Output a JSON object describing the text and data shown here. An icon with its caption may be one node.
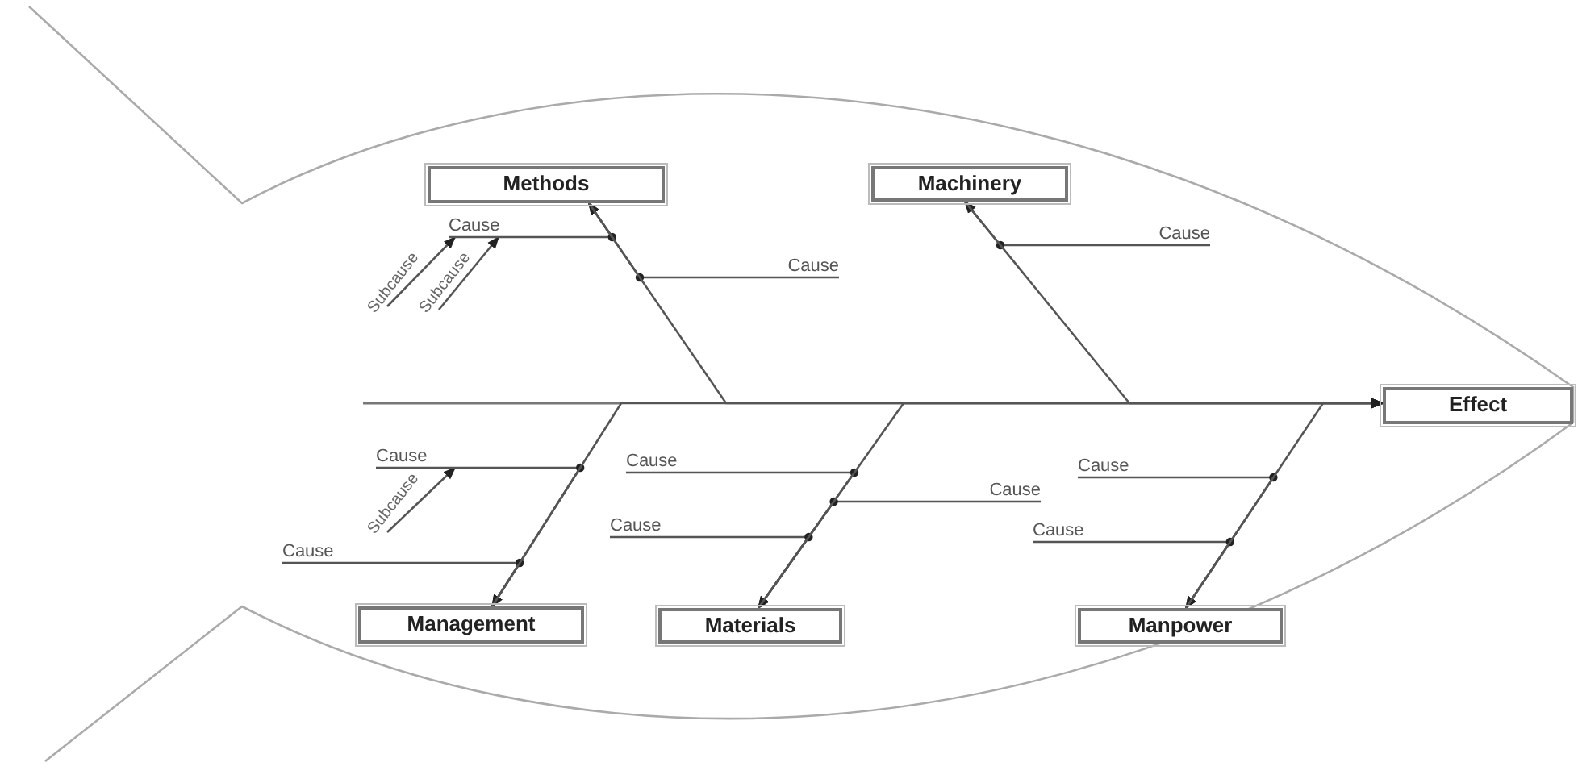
{
  "diagram": {
    "nodes": [
      {
        "text": [
          "Methods"
        ]
      },
      {
        "text": [
          "Cause"
        ]
      },
      {
        "text": [
          "Subcause"
        ]
      },
      {
        "text": [
          "Subcause"
        ]
      },
      {
        "text": [
          "Cause"
        ]
      },
      {
        "text": [
          "Machinery"
        ]
      },
      {
        "text": [
          "Cause"
        ]
      },
      {
        "text": [
          "Effect"
        ]
      },
      {
        "text": [
          "Cause"
        ]
      },
      {
        "text": [
          "Subcause"
        ]
      },
      {
        "text": [
          "Cause"
        ]
      },
      {
        "text": [
          "Cause"
        ]
      },
      {
        "text": [
          "Cause"
        ]
      },
      {
        "text": [
          "Cause"
        ]
      },
      {
        "text": [
          "Cause"
        ]
      },
      {
        "text": [
          "Cause"
        ]
      },
      {
        "text": [
          "Management"
        ]
      },
      {
        "text": [
          "Materials"
        ]
      },
      {
        "text": [
          "Manpower"
        ]
      }
    ],
    "edges": [
      {
        "from": 2,
        "to": 1,
        "arrow": "to"
      },
      {
        "from": 3,
        "to": 1,
        "arrow": "to"
      },
      {
        "from": 1,
        "to": 0,
        "arrow": "to"
      },
      {
        "from": 4,
        "to": 0,
        "arrow": "to"
      },
      {
        "from": 6,
        "to": 5,
        "arrow": "to"
      },
      {
        "from": 0,
        "to": 7,
        "arrow": "to"
      },
      {
        "from": 5,
        "to": 7,
        "arrow": "to"
      },
      {
        "from": 9,
        "to": 8,
        "arrow": "to"
      },
      {
        "from": 8,
        "to": 16,
        "arrow": "to"
      },
      {
        "from": 15,
        "to": 16,
        "arrow": "to"
      },
      {
        "from": 10,
        "to": 17,
        "arrow": "to"
      },
      {
        "from": 11,
        "to": 17,
        "arrow": "to"
      },
      {
        "from": 12,
        "to": 17,
        "arrow": "to"
      },
      {
        "from": 13,
        "to": 18,
        "arrow": "to"
      },
      {
        "from": 14,
        "to": 18,
        "arrow": "to"
      },
      {
        "from": 16,
        "to": 7,
        "arrow": "to"
      },
      {
        "from": 17,
        "to": 7,
        "arrow": "to"
      },
      {
        "from": 18,
        "to": 7,
        "arrow": "to"
      }
    ]
  }
}
